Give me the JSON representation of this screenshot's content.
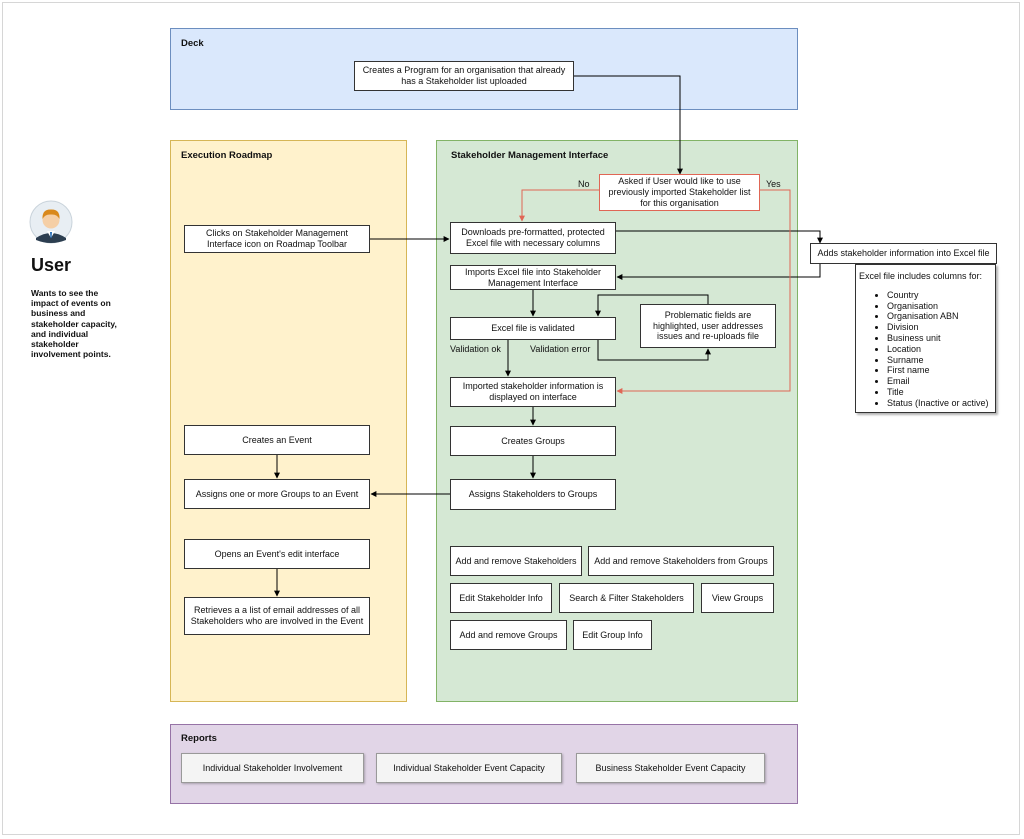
{
  "lanes": {
    "deck": "Deck",
    "roadmap": "Execution Roadmap",
    "smi": "Stakeholder Management Interface",
    "reports": "Reports"
  },
  "user": {
    "title": "User",
    "description": "Wants to see the impact of events on business and stakeholder capacity, and individual stakeholder involvement points."
  },
  "deck_box": "Creates a Program for an organisation that already has a Stakeholder list uploaded",
  "roadmap": {
    "clicks_smi": "Clicks on Stakeholder Management Interface icon on Roadmap Toolbar",
    "creates_event": "Creates an Event",
    "assigns_groups": "Assigns one or more Groups to an Event",
    "opens_event": "Opens an Event's edit interface",
    "retrieves_emails": "Retrieves a a list of email addresses of all Stakeholders who are involved in the Event"
  },
  "smi": {
    "asked": "Asked if User would like to use previously imported Stakeholder list for this organisation",
    "no_label": "No",
    "yes_label": "Yes",
    "downloads": "Downloads pre-formatted, protected Excel file with necessary columns",
    "imports": "Imports Excel file into Stakeholder Management Interface",
    "validated": "Excel file is validated",
    "validation_ok": "Validation ok",
    "validation_error": "Validation error",
    "problematic": "Problematic fields are highlighted, user addresses issues and re-uploads file",
    "displayed": "Imported stakeholder information is displayed on interface",
    "creates_groups": "Creates Groups",
    "assigns_stakeholders": "Assigns Stakeholders to Groups",
    "features": [
      "Add and remove Stakeholders",
      "Add and remove Stakeholders from Groups",
      "Edit Stakeholder Info",
      "Search & Filter Stakeholders",
      "View Groups",
      "Add and remove Groups",
      "Edit Group Info"
    ]
  },
  "excel": {
    "adds": "Adds stakeholder information into Excel file",
    "includes": "Excel file includes columns for:",
    "columns": [
      "Country",
      "Organisation",
      "Organisation ABN",
      "Division",
      "Business unit",
      "Location",
      "Surname",
      "First name",
      "Email",
      "Title",
      "Status (Inactive or active)"
    ]
  },
  "reports": [
    "Individual Stakeholder Involvement",
    "Individual Stakeholder Event Capacity",
    "Business Stakeholder Event Capacity"
  ],
  "colors": {
    "deck_fill": "#dae8fc",
    "deck_border": "#6c8ebf",
    "roadmap_fill": "#fff2cc",
    "roadmap_border": "#d6b656",
    "smi_fill": "#d5e8d4",
    "smi_border": "#82b366",
    "reports_fill": "#e1d5e7",
    "reports_border": "#9673a6",
    "no_arrow": "#e06655"
  }
}
